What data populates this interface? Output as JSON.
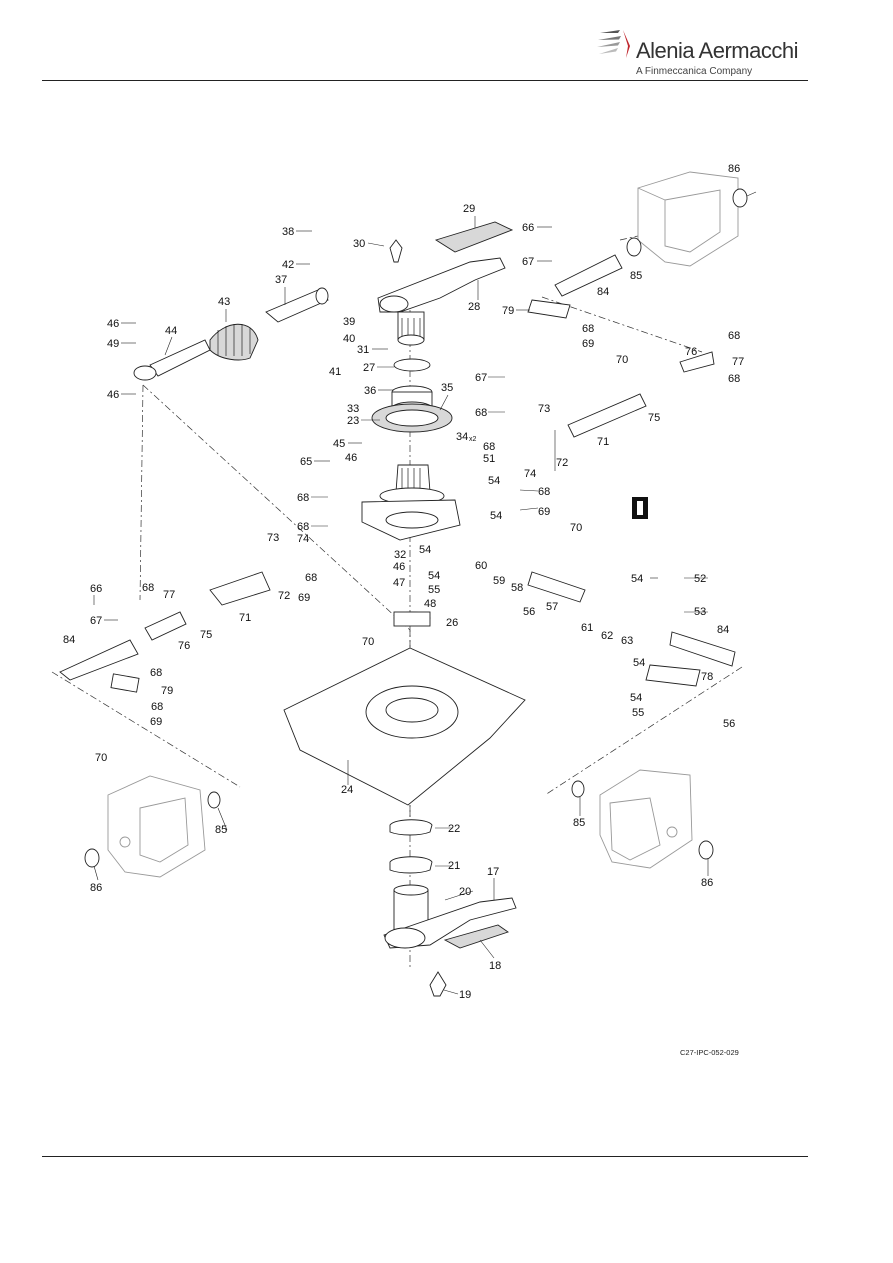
{
  "header": {
    "brand_name": "Alenia Aermacchi",
    "brand_tagline": "A Finmeccanica Company"
  },
  "figure": {
    "reference": "C27-IPC-052-029",
    "callouts": [
      {
        "id": "c86a",
        "text": "86"
      },
      {
        "id": "c29",
        "text": "29"
      },
      {
        "id": "c38",
        "text": "38"
      },
      {
        "id": "c30",
        "text": "30"
      },
      {
        "id": "c66a",
        "text": "66"
      },
      {
        "id": "c42",
        "text": "42"
      },
      {
        "id": "c67a",
        "text": "67"
      },
      {
        "id": "c85a",
        "text": "85"
      },
      {
        "id": "c37",
        "text": "37"
      },
      {
        "id": "c84a",
        "text": "84"
      },
      {
        "id": "c43",
        "text": "43"
      },
      {
        "id": "c28",
        "text": "28"
      },
      {
        "id": "c79a",
        "text": "79"
      },
      {
        "id": "c46a",
        "text": "46"
      },
      {
        "id": "c44",
        "text": "44"
      },
      {
        "id": "c39",
        "text": "39"
      },
      {
        "id": "c68a",
        "text": "68"
      },
      {
        "id": "c68b",
        "text": "68"
      },
      {
        "id": "c49",
        "text": "49"
      },
      {
        "id": "c40",
        "text": "40"
      },
      {
        "id": "c31",
        "text": "31"
      },
      {
        "id": "c69a",
        "text": "69"
      },
      {
        "id": "c76a",
        "text": "76"
      },
      {
        "id": "c41",
        "text": "41"
      },
      {
        "id": "c27",
        "text": "27"
      },
      {
        "id": "c70a",
        "text": "70"
      },
      {
        "id": "c77a",
        "text": "77"
      },
      {
        "id": "c67b",
        "text": "67"
      },
      {
        "id": "c68c",
        "text": "68"
      },
      {
        "id": "c36",
        "text": "36"
      },
      {
        "id": "c35",
        "text": "35"
      },
      {
        "id": "c46b",
        "text": "46"
      },
      {
        "id": "c33",
        "text": "33"
      },
      {
        "id": "c75a",
        "text": "75"
      },
      {
        "id": "c23",
        "text": "23"
      },
      {
        "id": "c73a",
        "text": "73"
      },
      {
        "id": "c68d",
        "text": "68"
      },
      {
        "id": "c71a",
        "text": "71"
      },
      {
        "id": "c34",
        "text": "34"
      },
      {
        "id": "c34x",
        "text": "x2"
      },
      {
        "id": "c45",
        "text": "45"
      },
      {
        "id": "c68e",
        "text": "68"
      },
      {
        "id": "c72a",
        "text": "72"
      },
      {
        "id": "c46c",
        "text": "46"
      },
      {
        "id": "c51",
        "text": "51"
      },
      {
        "id": "c65",
        "text": "65"
      },
      {
        "id": "c74a",
        "text": "74"
      },
      {
        "id": "c54a",
        "text": "54"
      },
      {
        "id": "c68f",
        "text": "68"
      },
      {
        "id": "c68g",
        "text": "68"
      },
      {
        "id": "c69b",
        "text": "69"
      },
      {
        "id": "c54b",
        "text": "54"
      },
      {
        "id": "c70b",
        "text": "70"
      },
      {
        "id": "c68h",
        "text": "68"
      },
      {
        "id": "c54c",
        "text": "54"
      },
      {
        "id": "c74b",
        "text": "74"
      },
      {
        "id": "c73b",
        "text": "73"
      },
      {
        "id": "c32",
        "text": "32"
      },
      {
        "id": "c60",
        "text": "60"
      },
      {
        "id": "c68i",
        "text": "68"
      },
      {
        "id": "c46d",
        "text": "46"
      },
      {
        "id": "c59",
        "text": "59"
      },
      {
        "id": "c47",
        "text": "47"
      },
      {
        "id": "c54d",
        "text": "54"
      },
      {
        "id": "c58",
        "text": "58"
      },
      {
        "id": "c54e",
        "text": "54"
      },
      {
        "id": "c52",
        "text": "52"
      },
      {
        "id": "c66b",
        "text": "66"
      },
      {
        "id": "c68j",
        "text": "68"
      },
      {
        "id": "c72b",
        "text": "72"
      },
      {
        "id": "c69c",
        "text": "69"
      },
      {
        "id": "c55a",
        "text": "55"
      },
      {
        "id": "c77b",
        "text": "77"
      },
      {
        "id": "c48",
        "text": "48"
      },
      {
        "id": "c53",
        "text": "53"
      },
      {
        "id": "c57",
        "text": "57"
      },
      {
        "id": "c56a",
        "text": "56"
      },
      {
        "id": "c71b",
        "text": "71"
      },
      {
        "id": "c61",
        "text": "61"
      },
      {
        "id": "c62",
        "text": "62"
      },
      {
        "id": "c63",
        "text": "63"
      },
      {
        "id": "c67c",
        "text": "67"
      },
      {
        "id": "c75b",
        "text": "75"
      },
      {
        "id": "c76b",
        "text": "76"
      },
      {
        "id": "c26",
        "text": "26"
      },
      {
        "id": "c84b",
        "text": "84"
      },
      {
        "id": "c70c",
        "text": "70"
      },
      {
        "id": "c84c",
        "text": "84"
      },
      {
        "id": "c68k",
        "text": "68"
      },
      {
        "id": "c54f",
        "text": "54"
      },
      {
        "id": "c78",
        "text": "78"
      },
      {
        "id": "c79b",
        "text": "79"
      },
      {
        "id": "c54g",
        "text": "54"
      },
      {
        "id": "c68l",
        "text": "68"
      },
      {
        "id": "c55b",
        "text": "55"
      },
      {
        "id": "c69d",
        "text": "69"
      },
      {
        "id": "c56b",
        "text": "56"
      },
      {
        "id": "c70d",
        "text": "70"
      },
      {
        "id": "c24",
        "text": "24"
      },
      {
        "id": "c85b",
        "text": "85"
      },
      {
        "id": "c85c",
        "text": "85"
      },
      {
        "id": "c22",
        "text": "22"
      },
      {
        "id": "c86b",
        "text": "86"
      },
      {
        "id": "c21",
        "text": "21"
      },
      {
        "id": "c86c",
        "text": "86"
      },
      {
        "id": "c20",
        "text": "20"
      },
      {
        "id": "c17",
        "text": "17"
      },
      {
        "id": "c18",
        "text": "18"
      },
      {
        "id": "c19",
        "text": "19"
      }
    ]
  }
}
